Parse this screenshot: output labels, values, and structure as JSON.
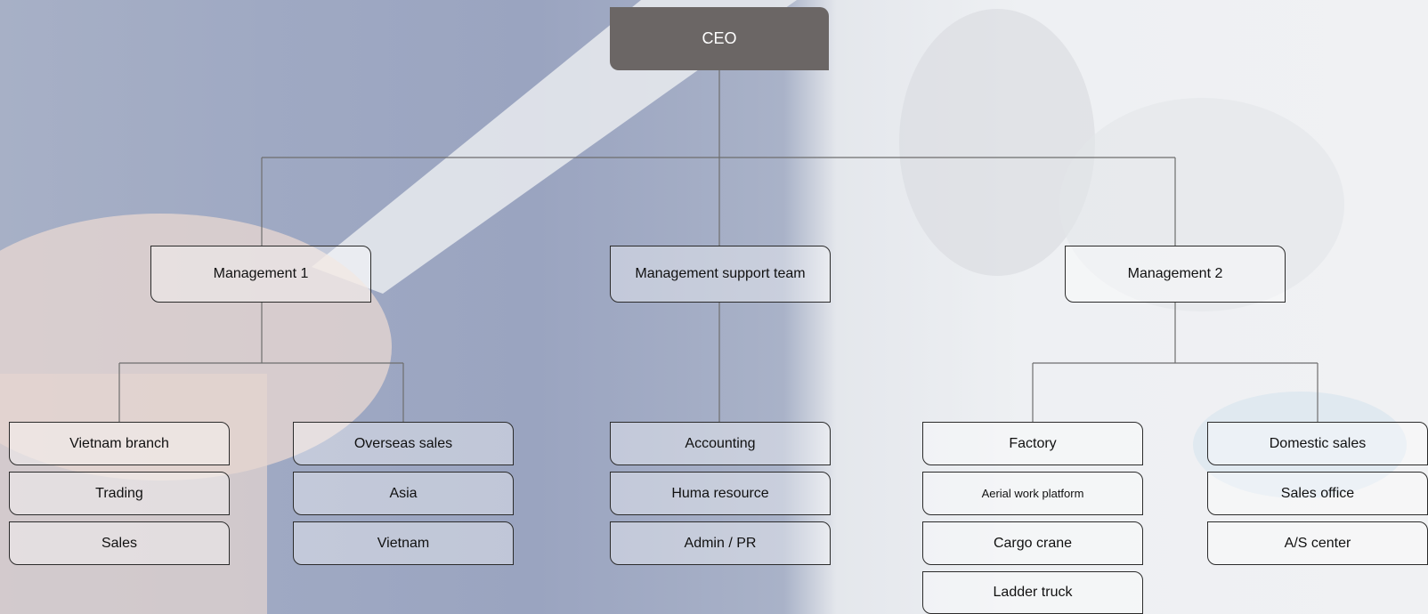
{
  "ceo": "CEO",
  "level1": {
    "management1": "Management 1",
    "support": "Management support team",
    "management2": "Management 2"
  },
  "groups": {
    "vietnam_branch": [
      "Vietnam branch",
      "Trading",
      "Sales"
    ],
    "overseas_sales": [
      "Overseas sales",
      "Asia",
      "Vietnam"
    ],
    "support_team": [
      "Accounting",
      "Huma resource",
      "Admin / PR"
    ],
    "factory": [
      "Factory",
      "Aerial work platform",
      "Cargo crane",
      "Ladder truck"
    ],
    "domestic_sales": [
      "Domestic sales",
      "Sales office",
      "A/S center"
    ]
  },
  "colors": {
    "ceo_fill": "#6b6665",
    "connector": "#6e6e6e",
    "border": "#2b2b2b"
  }
}
